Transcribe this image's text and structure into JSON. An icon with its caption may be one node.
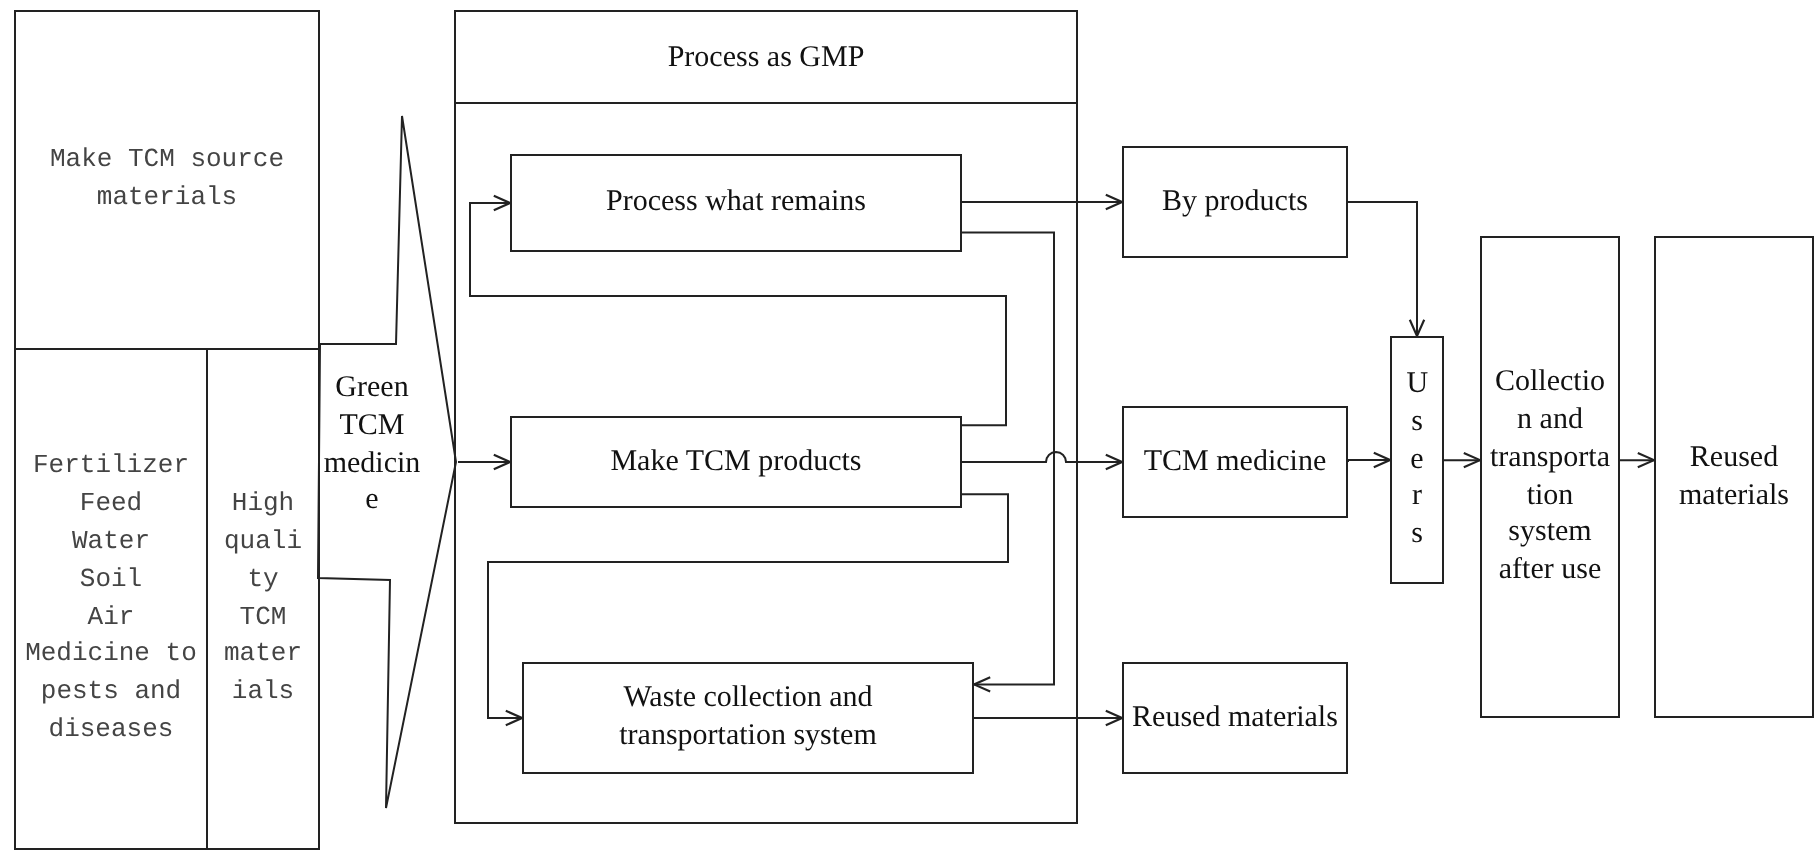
{
  "diagram": {
    "nodes": [
      {
        "text": [
          "Make TCM source materials"
        ]
      },
      {
        "text": [
          "Fertilizer",
          "Feed",
          "Water",
          "Soil",
          "Air",
          "Medicine to pests and diseases"
        ]
      },
      {
        "text": [
          "High quality TCM materials"
        ]
      },
      {
        "text": [
          "Green TCM medicine"
        ]
      },
      {
        "text": [
          "Process as GMP"
        ]
      },
      {
        "text": [
          "Process what remains"
        ],
        "in": 4
      },
      {
        "text": [
          "Make TCM products"
        ],
        "in": 4
      },
      {
        "text": [
          "Waste collection and transportation system"
        ],
        "in": 4
      },
      {
        "text": [
          "By products"
        ]
      },
      {
        "text": [
          "TCM medicine"
        ]
      },
      {
        "text": [
          "Reused materials"
        ]
      },
      {
        "text": [
          "Users"
        ]
      },
      {
        "text": [
          "Collection and transportation system after use"
        ]
      },
      {
        "text": [
          "Reused materials"
        ]
      }
    ],
    "edges": [
      {
        "from": 3,
        "to": 6,
        "arrow": "to"
      },
      {
        "from": 6,
        "to": 5,
        "arrow": "to"
      },
      {
        "from": 6,
        "to": 7,
        "arrow": "to"
      },
      {
        "from": 5,
        "to": 7,
        "arrow": "to"
      },
      {
        "from": 5,
        "to": 8,
        "arrow": "to"
      },
      {
        "from": 6,
        "to": 9,
        "arrow": "to"
      },
      {
        "from": 7,
        "to": 10,
        "arrow": "to"
      },
      {
        "from": 8,
        "to": 11,
        "arrow": "to"
      },
      {
        "from": 9,
        "to": 11,
        "arrow": "to"
      },
      {
        "from": 11,
        "to": 12,
        "arrow": "to"
      },
      {
        "from": 12,
        "to": 13,
        "arrow": "to"
      }
    ]
  }
}
